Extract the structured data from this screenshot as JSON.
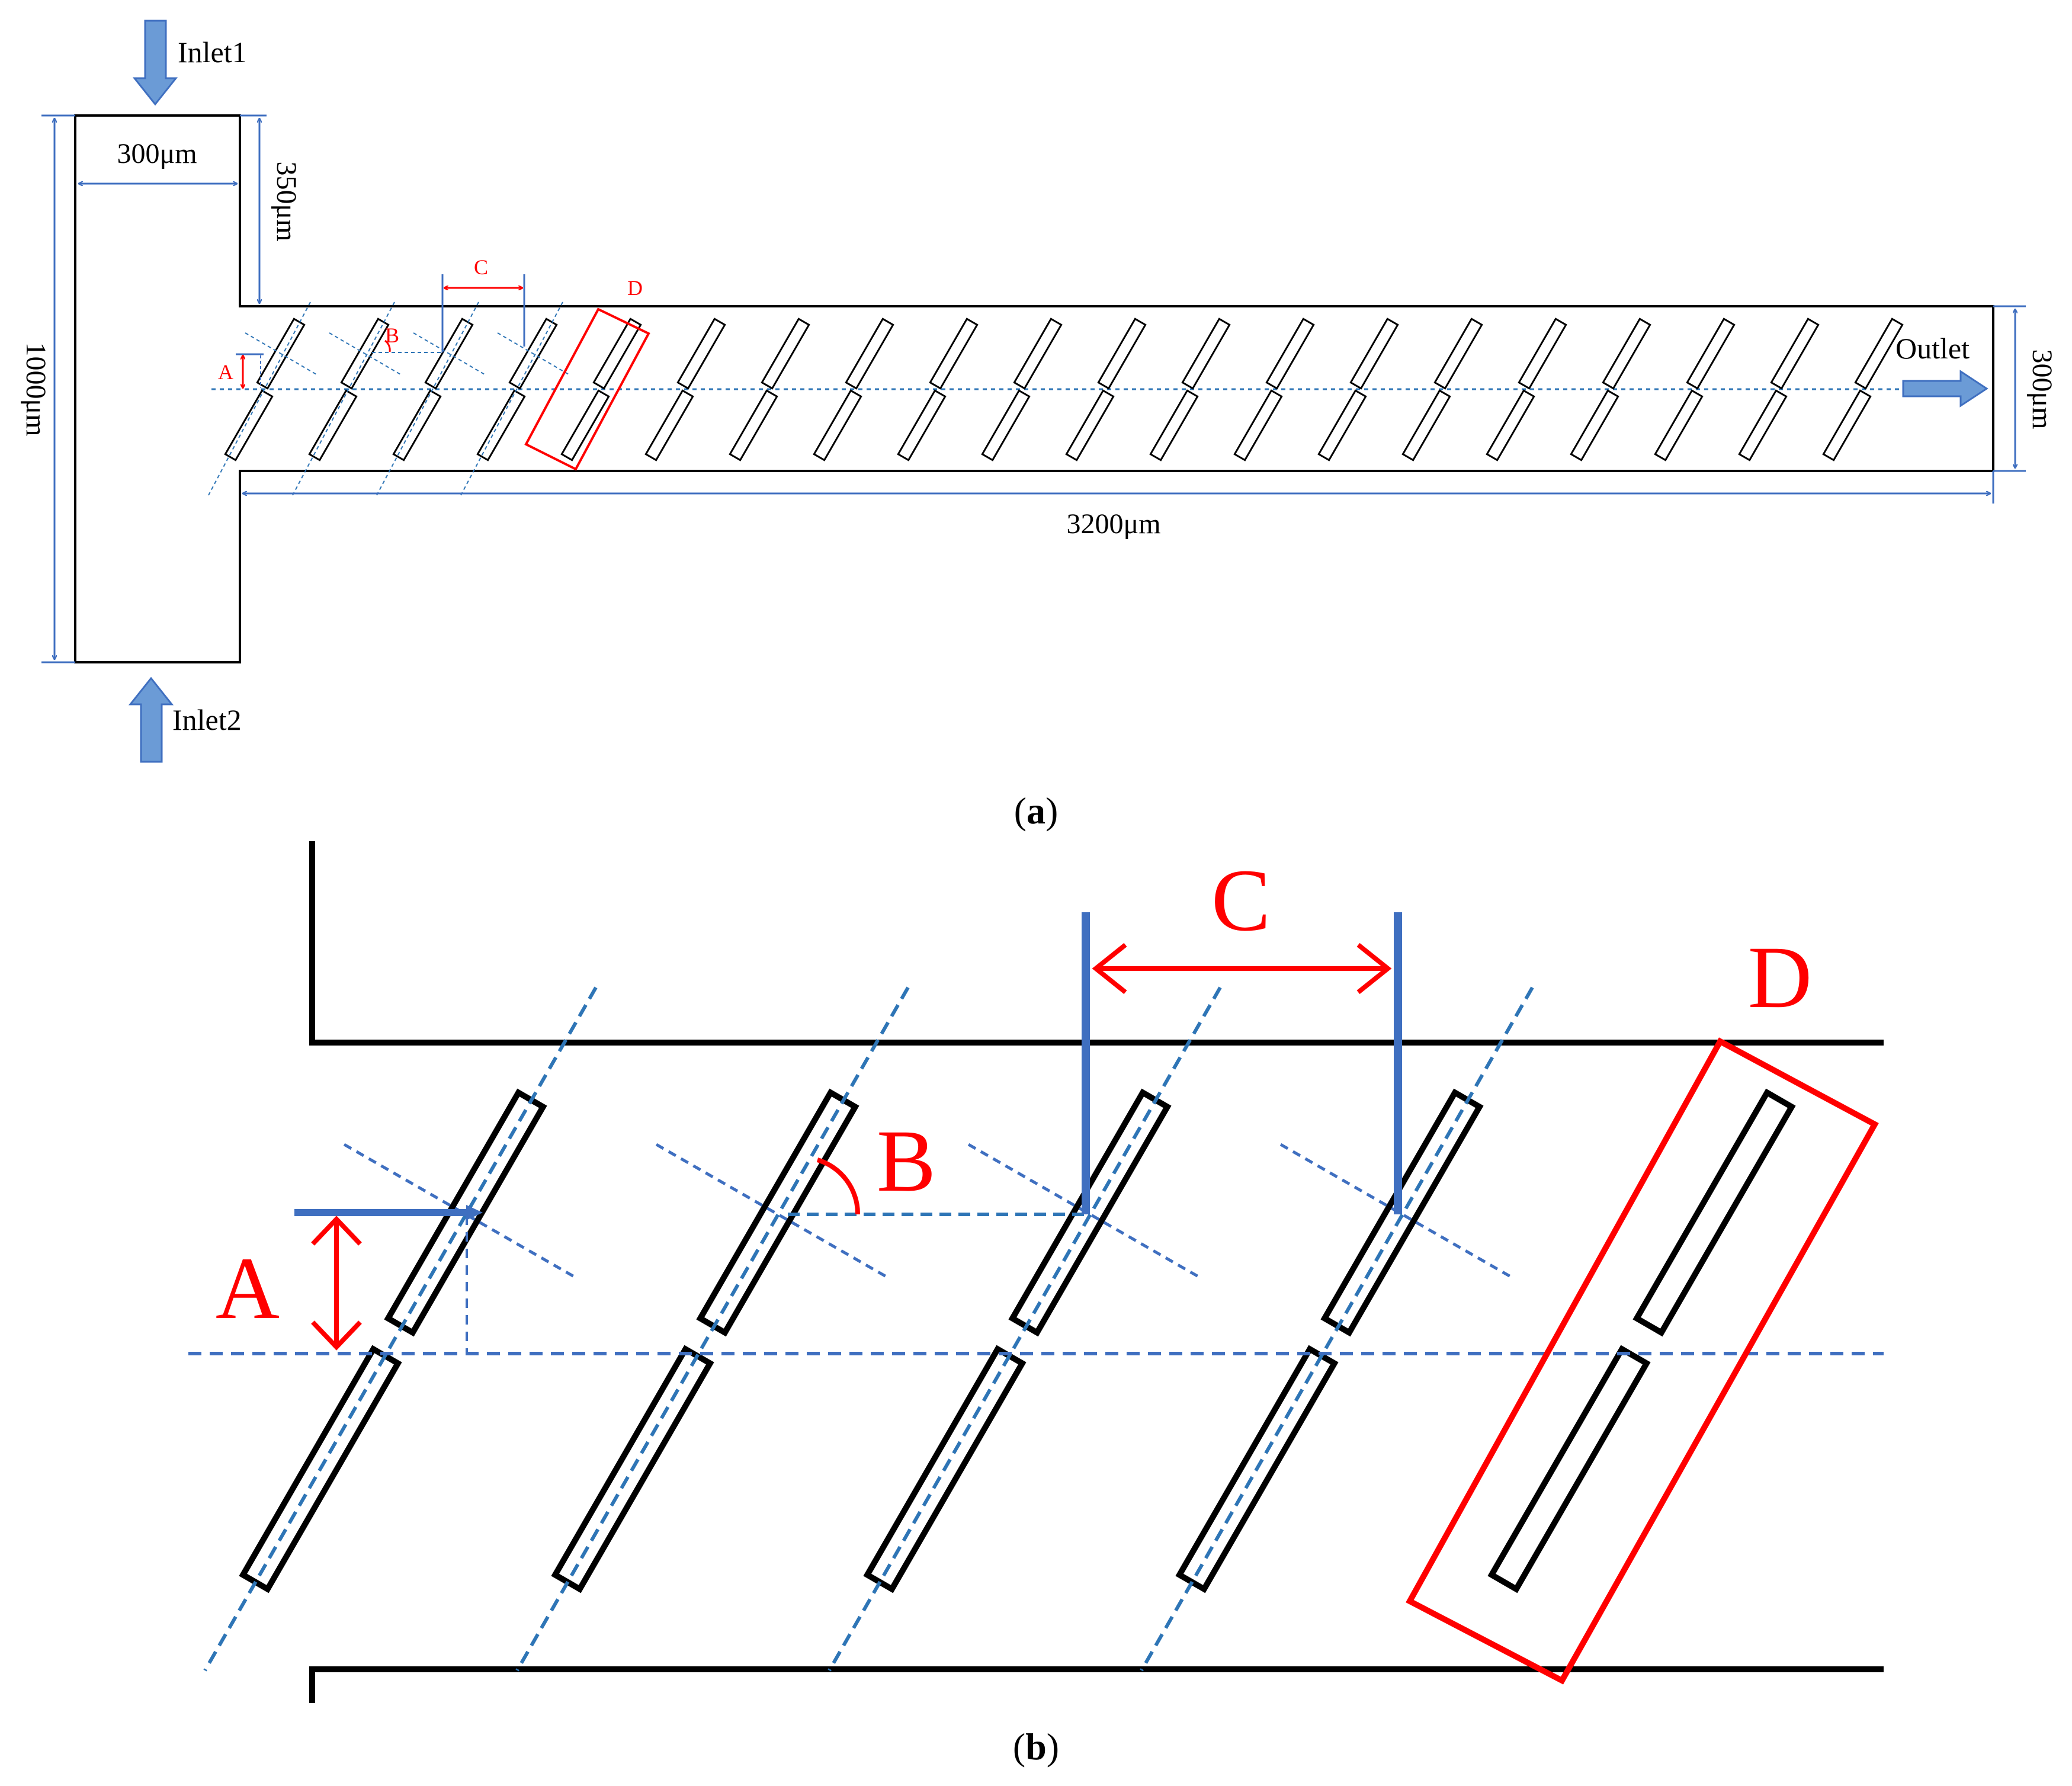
{
  "colors": {
    "outline": "#000000",
    "dimension_blue": "#3f6fc0",
    "guide_blue": "#2e75b6",
    "arrow_fill": "#6b9bd6",
    "annotation_red": "#ff0000",
    "baffle_fill": "#ffffff"
  },
  "icons": {
    "inlet_arrow": "arrow-down-icon",
    "inlet2_arrow": "arrow-up-icon",
    "outlet_arrow": "arrow-right-icon"
  },
  "panel_a": {
    "caption_open": "(",
    "caption_letter": "a",
    "caption_close": ")",
    "labels": {
      "inlet1": "Inlet1",
      "inlet2": "Inlet2",
      "outlet": "Outlet"
    },
    "dimensions": {
      "inlet_width": "300μm",
      "inlet_offset": "350μm",
      "total_height": "1000μm",
      "channel_width": "300μm",
      "channel_length": "3200μm"
    },
    "parameters": {
      "a": "A",
      "b": "B",
      "c": "C",
      "d": "D"
    },
    "baffle_pairs": 20
  },
  "panel_b": {
    "caption_open": "(",
    "caption_letter": "b",
    "caption_close": ")",
    "parameters": {
      "a": "A",
      "b": "B",
      "c": "C",
      "d": "D"
    }
  }
}
